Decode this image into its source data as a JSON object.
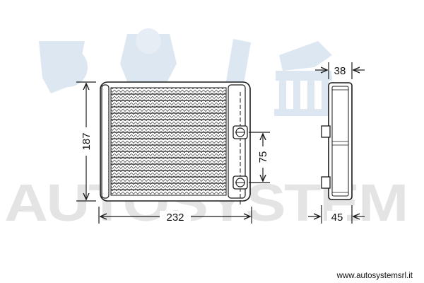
{
  "watermark": {
    "brand": "AUTOSYSTEM"
  },
  "website": "www.autosystemsrl.it",
  "dimensions": {
    "width": "232",
    "height": "187",
    "pipe_spacing": "75",
    "depth_top": "38",
    "depth_bottom": "45"
  },
  "colors": {
    "line": "#1a1a1a",
    "watermark_logo": "#dde7f1",
    "watermark_text": "#e4e4e4"
  }
}
